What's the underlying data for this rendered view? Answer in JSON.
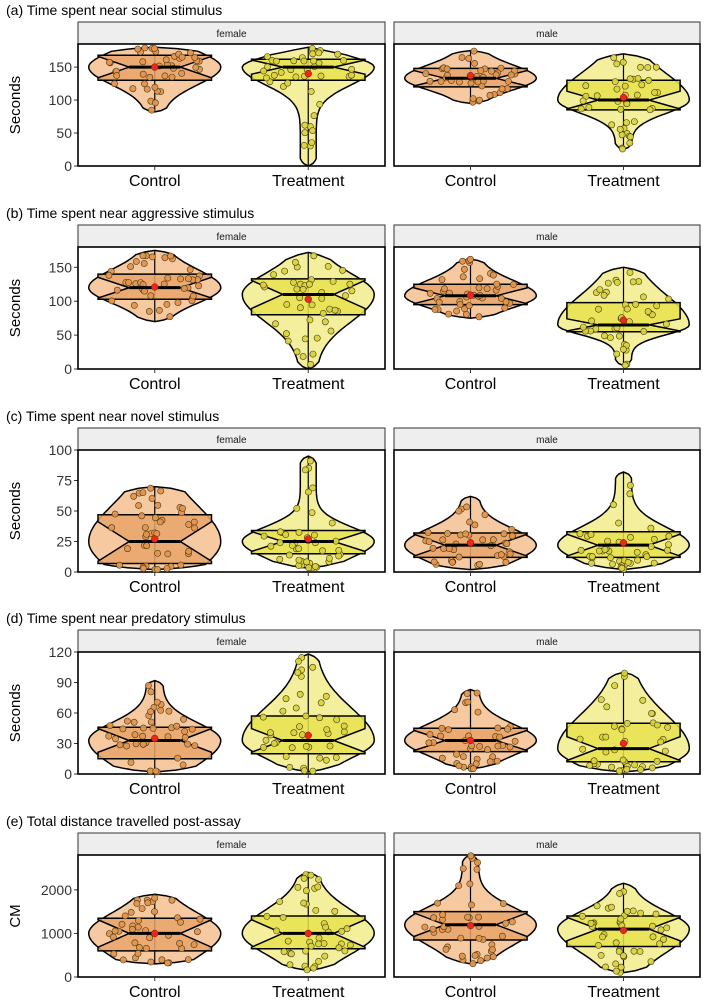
{
  "colors": {
    "control_fill": "#f6c9a1",
    "control_box": "#e8a56a",
    "control_point": "#e39550",
    "treatment_fill": "#f3ef9c",
    "treatment_box": "#e6e24e",
    "treatment_point": "#d8d440",
    "mean_marker": "#e8291c",
    "strip_fill": "#eeeeee",
    "outline": "#000000"
  },
  "chart_data": [
    {
      "type": "violin",
      "title": "(a) Time spent near social stimulus",
      "ylabel": "Seconds",
      "yticks": [
        0,
        50,
        100,
        150
      ],
      "ylim": [
        0,
        185
      ],
      "categories": [
        "Control",
        "Treatment"
      ],
      "panels": [
        {
          "strip": "female",
          "groups": [
            {
              "category": "Control",
              "min": 82,
              "q1": 130,
              "median": 150,
              "q3": 168,
              "max": 180,
              "mean": 150
            },
            {
              "category": "Treatment",
              "min": 0,
              "q1": 130,
              "median": 150,
              "q3": 162,
              "max": 180,
              "mean": 140
            }
          ]
        },
        {
          "strip": "male",
          "groups": [
            {
              "category": "Control",
              "min": 95,
              "q1": 120,
              "median": 133,
              "q3": 148,
              "max": 175,
              "mean": 137
            },
            {
              "category": "Treatment",
              "min": 25,
              "q1": 85,
              "median": 100,
              "q3": 130,
              "max": 170,
              "mean": 104
            }
          ]
        }
      ]
    },
    {
      "type": "violin",
      "title": "(b) Time spent near aggressive stimulus",
      "ylabel": "Seconds",
      "yticks": [
        0,
        50,
        100,
        150
      ],
      "ylim": [
        0,
        180
      ],
      "categories": [
        "Control",
        "Treatment"
      ],
      "panels": [
        {
          "strip": "female",
          "groups": [
            {
              "category": "Control",
              "min": 70,
              "q1": 103,
              "median": 120,
              "q3": 140,
              "max": 175,
              "mean": 121
            },
            {
              "category": "Treatment",
              "min": 0,
              "q1": 80,
              "median": 110,
              "q3": 133,
              "max": 172,
              "mean": 103
            }
          ]
        },
        {
          "strip": "male",
          "groups": [
            {
              "category": "Control",
              "min": 75,
              "q1": 95,
              "median": 108,
              "q3": 125,
              "max": 162,
              "mean": 109
            },
            {
              "category": "Treatment",
              "min": 5,
              "q1": 55,
              "median": 65,
              "q3": 98,
              "max": 150,
              "mean": 72
            }
          ]
        }
      ]
    },
    {
      "type": "violin",
      "title": "(c) Time spent near novel stimulus",
      "ylabel": "Seconds",
      "yticks": [
        0,
        25,
        50,
        75,
        100
      ],
      "ylim": [
        0,
        100
      ],
      "categories": [
        "Control",
        "Treatment"
      ],
      "panels": [
        {
          "strip": "female",
          "groups": [
            {
              "category": "Control",
              "min": 2,
              "q1": 7,
              "median": 25,
              "q3": 47,
              "max": 70,
              "mean": 27
            },
            {
              "category": "Treatment",
              "min": 3,
              "q1": 15,
              "median": 25,
              "q3": 34,
              "max": 95,
              "mean": 27
            }
          ]
        },
        {
          "strip": "male",
          "groups": [
            {
              "category": "Control",
              "min": 2,
              "q1": 12,
              "median": 22,
              "q3": 32,
              "max": 62,
              "mean": 24
            },
            {
              "category": "Treatment",
              "min": 2,
              "q1": 12,
              "median": 22,
              "q3": 33,
              "max": 82,
              "mean": 24
            }
          ]
        }
      ]
    },
    {
      "type": "violin",
      "title": "(d) Time spent near predatory stimulus",
      "ylabel": "Seconds",
      "yticks": [
        0,
        30,
        60,
        90,
        120
      ],
      "ylim": [
        0,
        120
      ],
      "categories": [
        "Control",
        "Treatment"
      ],
      "panels": [
        {
          "strip": "female",
          "groups": [
            {
              "category": "Control",
              "min": 2,
              "q1": 15,
              "median": 33,
              "q3": 46,
              "max": 92,
              "mean": 35
            },
            {
              "category": "Treatment",
              "min": 2,
              "q1": 20,
              "median": 33,
              "q3": 57,
              "max": 118,
              "mean": 38
            }
          ]
        },
        {
          "strip": "male",
          "groups": [
            {
              "category": "Control",
              "min": 5,
              "q1": 22,
              "median": 33,
              "q3": 45,
              "max": 83,
              "mean": 33
            },
            {
              "category": "Treatment",
              "min": 2,
              "q1": 12,
              "median": 25,
              "q3": 50,
              "max": 100,
              "mean": 30
            }
          ]
        }
      ]
    },
    {
      "type": "violin",
      "title": "(e) Total distance travelled post-assay",
      "ylabel": "CM",
      "yticks": [
        0,
        1000,
        2000
      ],
      "ylim": [
        0,
        2800
      ],
      "categories": [
        "Control",
        "Treatment"
      ],
      "panels": [
        {
          "strip": "female",
          "groups": [
            {
              "category": "Control",
              "min": 300,
              "q1": 600,
              "median": 1000,
              "q3": 1350,
              "max": 1900,
              "mean": 1000
            },
            {
              "category": "Treatment",
              "min": 150,
              "q1": 650,
              "median": 1000,
              "q3": 1400,
              "max": 2400,
              "mean": 1000
            }
          ]
        },
        {
          "strip": "male",
          "groups": [
            {
              "category": "Control",
              "min": 300,
              "q1": 850,
              "median": 1200,
              "q3": 1500,
              "max": 2800,
              "mean": 1180
            },
            {
              "category": "Treatment",
              "min": 100,
              "q1": 700,
              "median": 1100,
              "q3": 1400,
              "max": 2150,
              "mean": 1070
            }
          ]
        }
      ]
    }
  ]
}
